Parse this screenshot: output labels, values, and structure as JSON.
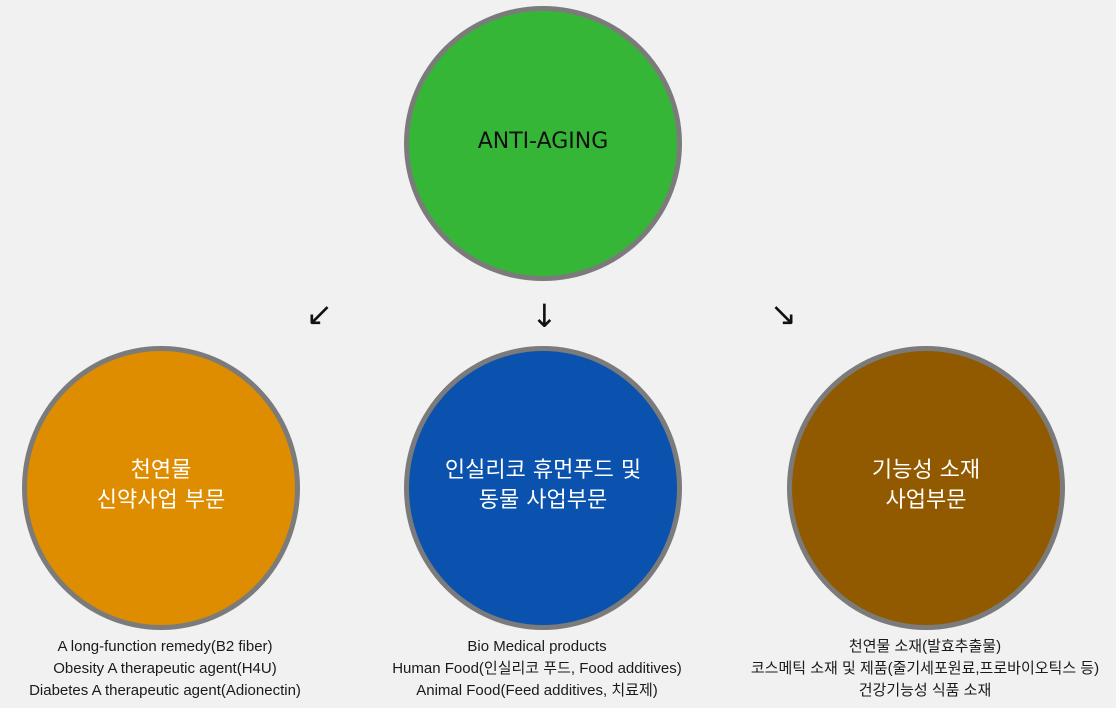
{
  "top": {
    "label": "ANTI-AGING",
    "color": "#36b636"
  },
  "arrows": {
    "left": "↙",
    "down": "↓",
    "right": "↘"
  },
  "branches": [
    {
      "label": "천연물\n신약사업 부문",
      "color": "#de8c00",
      "captions": [
        "A long-function remedy(B2 fiber)",
        "Obesity A therapeutic agent(H4U)",
        "Diabetes A therapeutic agent(Adionectin)"
      ]
    },
    {
      "label": "인실리코 휴먼푸드 및\n동물 사업부문",
      "color": "#0a52ad",
      "captions": [
        "Bio Medical products",
        "Human Food(인실리코 푸드, Food additives)",
        "Animal Food(Feed additives, 치료제)"
      ]
    },
    {
      "label": "기능성 소재\n사업부문",
      "color": "#915a00",
      "captions": [
        "천연물 소재(발효추출물)",
        "코스메틱 소재 및 제품(줄기세포원료,프로바이오틱스 등)",
        "건강기능성 식품 소재"
      ]
    }
  ]
}
